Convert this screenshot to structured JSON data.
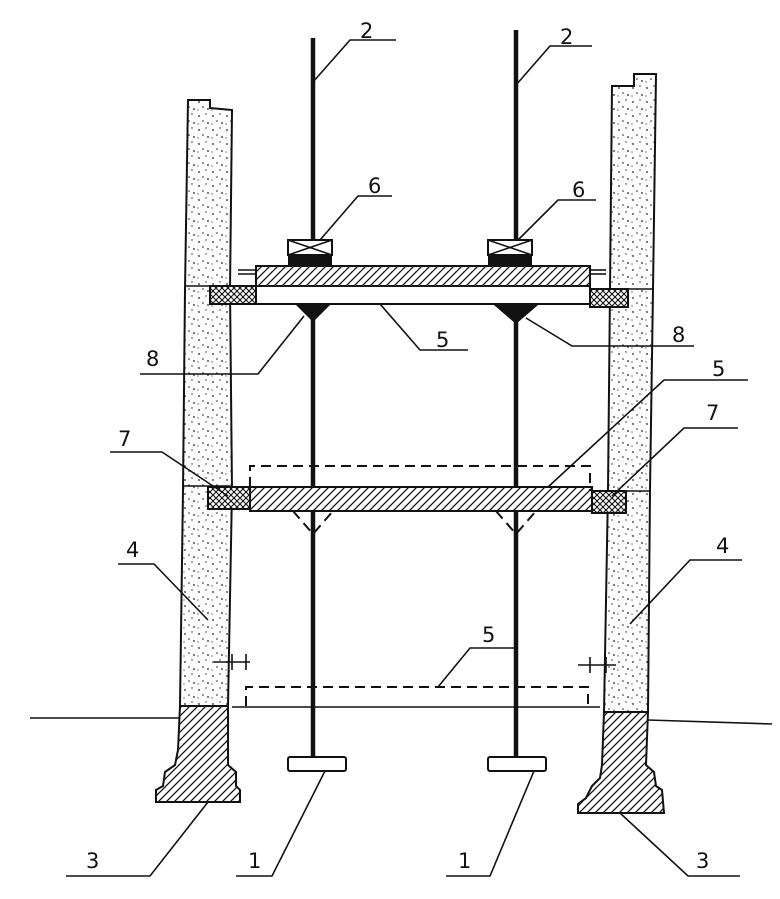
{
  "labels": {
    "anchor_left": "1",
    "anchor_right": "1",
    "rod_left": "2",
    "rod_right": "2",
    "footing_left": "3",
    "footing_right": "3",
    "column_left": "4",
    "column_right": "4",
    "slab_top": "5",
    "slab_mid": "5",
    "slab_bottom": "5",
    "jack_left": "6",
    "jack_right": "6",
    "bracket_left": "7",
    "bracket_right": "7",
    "weld_left": "8",
    "weld_right": "8"
  }
}
